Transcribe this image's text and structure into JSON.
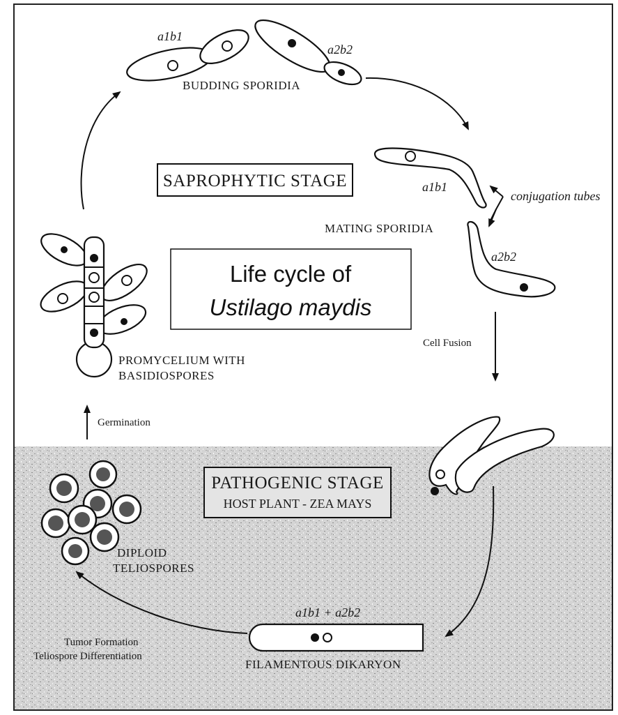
{
  "diagram": {
    "title_line1": "Life cycle of",
    "title_line2": "Ustilago maydis",
    "saprophytic_stage": "SAPROPHYTIC STAGE",
    "pathogenic_stage": "PATHOGENIC STAGE",
    "host_plant": "HOST PLANT - ZEA MAYS",
    "budding_sporidia": "BUDDING SPORIDIA",
    "mating_sporidia": "MATING SPORIDIA",
    "conjugation_tubes": "conjugation tubes",
    "cell_fusion": "Cell Fusion",
    "filamentous_dikaryon": "FILAMENTOUS DIKARYON",
    "dikaryon_genotype": "a1b1 + a2b2",
    "tumor_formation_line1": "Tumor Formation",
    "tumor_formation_line2": "Teliospore Differentiation",
    "diploid_line1": "DIPLOID",
    "diploid_line2": "TELIOSPORES",
    "germination": "Germination",
    "promycelium_line1": "PROMYCELIUM WITH",
    "promycelium_line2": "BASIDIOSPORES",
    "genotype_a1b1": "a1b1",
    "genotype_a2b2": "a2b2"
  }
}
